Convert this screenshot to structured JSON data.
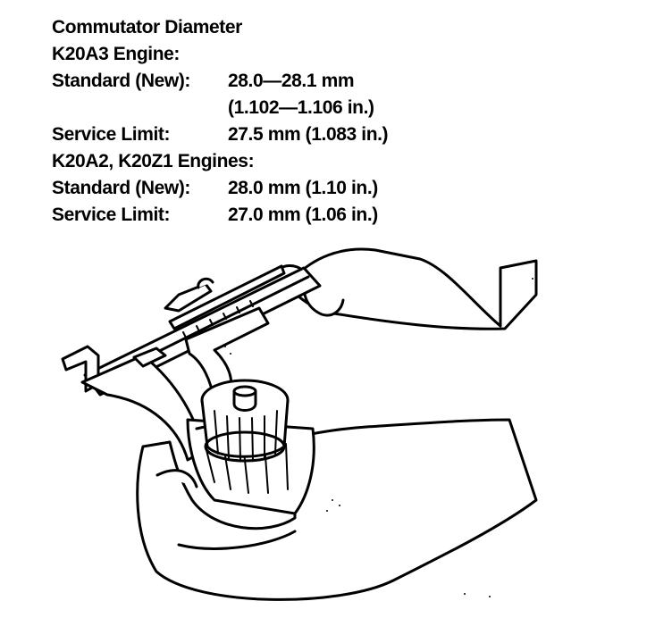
{
  "heading": "Commutator Diameter",
  "k20a3": {
    "engine": "K20A3 Engine:",
    "standard_label": "Standard (New):",
    "standard_value": "28.0—28.1 mm",
    "standard_value_in": "(1.102—1.106 in.)",
    "limit_label": "Service Limit:",
    "limit_value": "27.5 mm (1.083 in.)"
  },
  "k20a2": {
    "engine": "K20A2, K20Z1 Engines:",
    "standard_label": "Standard (New):",
    "standard_value": "28.0 mm (1.10 in.)",
    "limit_label": "Service Limit:",
    "limit_value": "27.0 mm (1.06 in.)"
  },
  "illustration": {
    "subject": "caliper measuring commutator diameter",
    "icons": [
      "vernier-caliper-icon",
      "commutator-icon",
      "hand-icon"
    ]
  }
}
